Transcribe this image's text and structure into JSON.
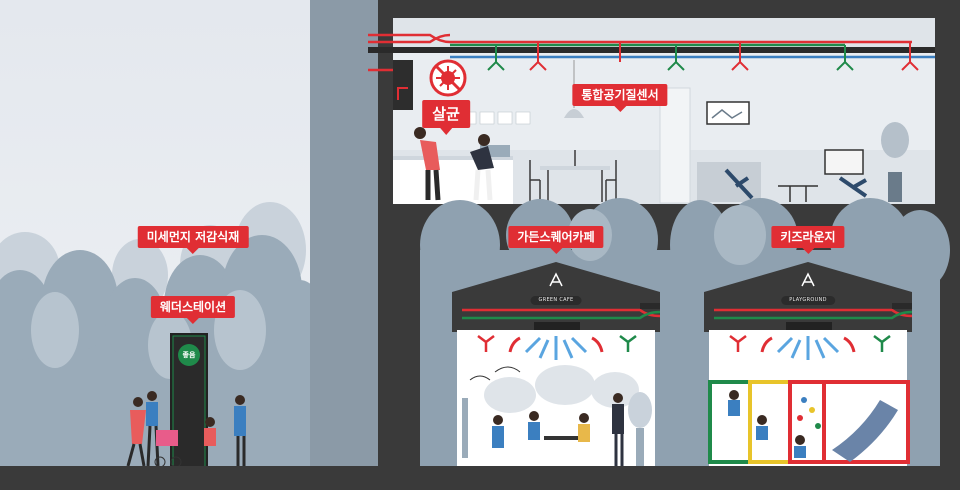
{
  "labels": {
    "sterilization": "살균",
    "air_sensor": "통합공기질센서",
    "dust_material": "미세먼지 저감식재",
    "weather_station": "웨더스테이션",
    "garden_cafe": "가든스퀘어카페",
    "kids_lounge": "키즈라운지"
  },
  "signs": {
    "cafe": "GREEN CAFE",
    "playground": "PLAYGROUND"
  },
  "station": {
    "status": "좋음"
  },
  "colors": {
    "accent_red": "#e02e34",
    "duct_green": "#1f8a4a",
    "duct_blue": "#3b7fc0",
    "building_dark": "#3a3a3a",
    "tree_blue_grey": "#7f95a6"
  },
  "icons": [
    "virus-prohibited-icon",
    "air-flow-arrows-icon",
    "brand-logo-icon"
  ]
}
